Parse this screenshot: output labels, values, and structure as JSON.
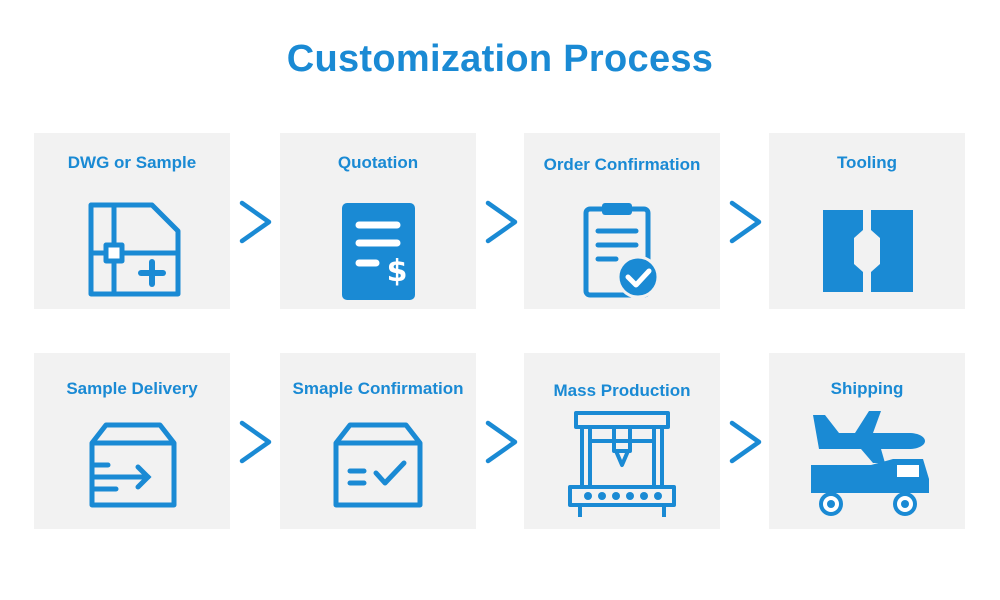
{
  "title": "Customization Process",
  "steps": [
    {
      "label": "DWG or Sample",
      "icon": "drawing-icon"
    },
    {
      "label": "Quotation",
      "icon": "quotation-document-icon"
    },
    {
      "label": "Order Confirmation",
      "icon": "clipboard-check-icon"
    },
    {
      "label": "Tooling",
      "icon": "mold-tooling-icon"
    },
    {
      "label": "Sample Delivery",
      "icon": "box-delivery-icon"
    },
    {
      "label": "Smaple Confirmation",
      "icon": "box-check-icon"
    },
    {
      "label": "Mass Production",
      "icon": "production-machine-icon"
    },
    {
      "label": "Shipping",
      "icon": "plane-truck-shipping-icon"
    }
  ],
  "colors": {
    "accent": "#1a8ad4",
    "card_bg": "#f2f2f2",
    "background": "#ffffff"
  }
}
